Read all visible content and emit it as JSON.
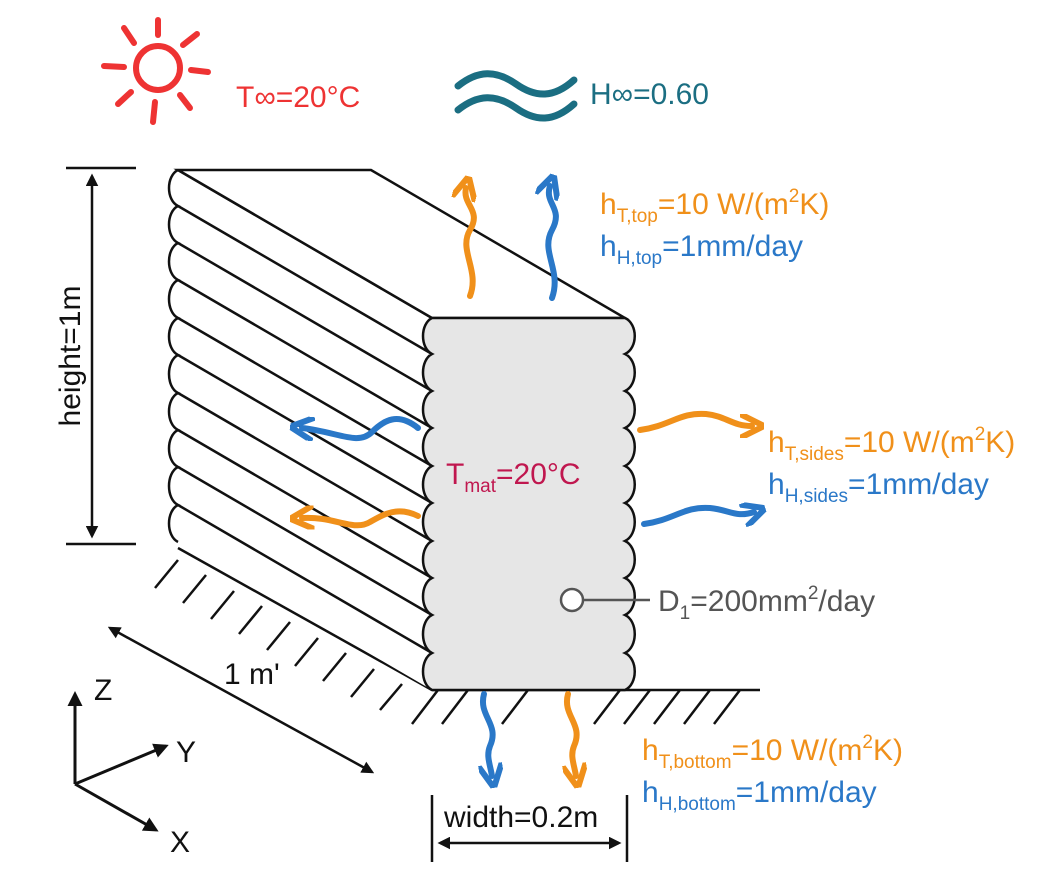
{
  "colors": {
    "sun": "#ee3333",
    "humidity": "#1b6e82",
    "thermal": "#f0901a",
    "moisture": "#2a78c8",
    "material": "#c0174f",
    "diffusion": "#555555",
    "wall_fill": "#e6e6e6",
    "outline": "#111111"
  },
  "icons": {
    "sun": "sun-icon",
    "humidity": "humidity-waves-icon",
    "diffusion_marker": "circle-marker-icon"
  },
  "ambient": {
    "temperature": {
      "symbol": "T",
      "sub": "∞",
      "value": "=20°C"
    },
    "humidity": {
      "symbol": "H",
      "sub": "∞",
      "value": "=0.60"
    }
  },
  "dimensions": {
    "height": "height=1m",
    "length": "1 m'",
    "width": "width=0.2m"
  },
  "material": {
    "symbol": "T",
    "sub": "mat",
    "value": "=20°C"
  },
  "diffusion": {
    "symbol": "D",
    "sub": "1",
    "value": "=200mm",
    "sup": "2",
    "unit": "/day"
  },
  "boundary": {
    "top": {
      "heat": {
        "symbol": "h",
        "sub": "T,top",
        "value": "=10 W/(m",
        "sup": "2",
        "unit": "K)"
      },
      "moisture": {
        "symbol": "h",
        "sub": "H,top",
        "value": "=1mm/day"
      }
    },
    "sides": {
      "heat": {
        "symbol": "h",
        "sub": "T,sides",
        "value": "=10 W/(m",
        "sup": "2",
        "unit": "K)"
      },
      "moisture": {
        "symbol": "h",
        "sub": "H,sides",
        "value": "=1mm/day"
      }
    },
    "bottom": {
      "heat": {
        "symbol": "h",
        "sub": "T,bottom",
        "value": "=10 W/(m",
        "sup": "2",
        "unit": "K)"
      },
      "moisture": {
        "symbol": "h",
        "sub": "H,bottom",
        "value": "=1mm/day"
      }
    }
  },
  "axes": {
    "z": "Z",
    "y": "Y",
    "x": "X"
  }
}
